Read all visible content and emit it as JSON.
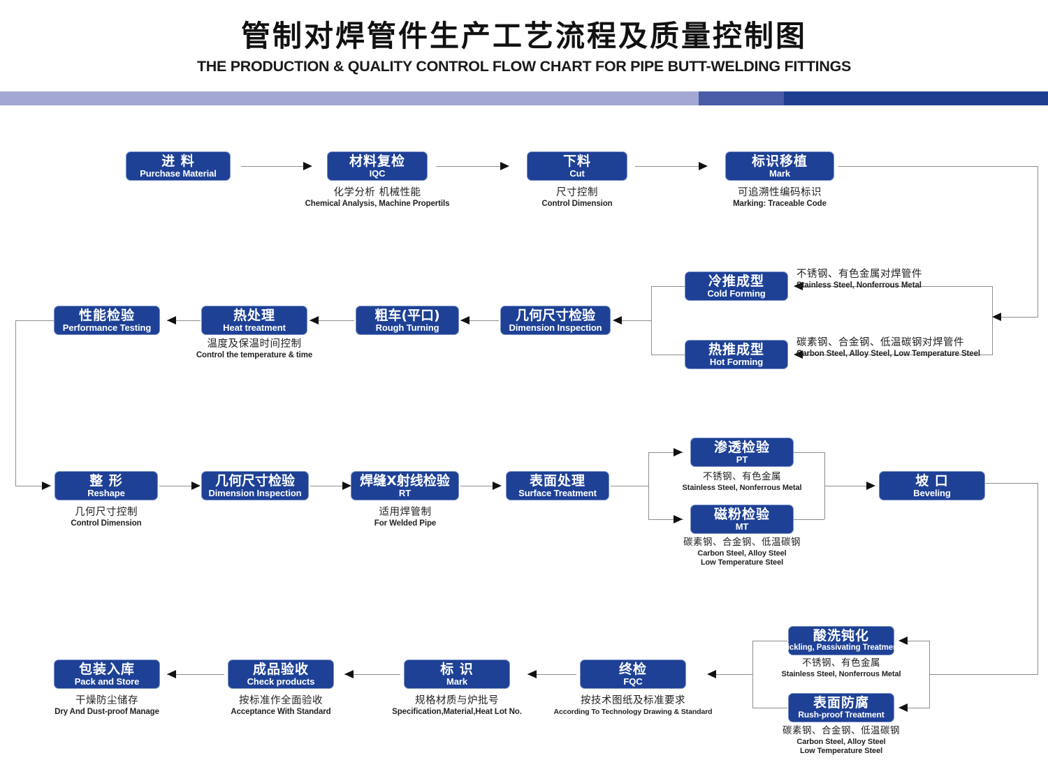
{
  "header": {
    "title_cn": "管制对焊管件生产工艺流程及质量控制图",
    "title_en": "THE PRODUCTION & QUALITY CONTROL FLOW CHART FOR PIPE BUTT-WELDING FITTINGS",
    "rule_colors": [
      "#a3a8d2",
      "#4a5ba8",
      "#1e3f8f"
    ]
  },
  "style": {
    "node_fill": "#1e4196",
    "node_border": "#7e94c8",
    "node_text": "#ffffff",
    "connector": "#8d8d8d",
    "arrow": "#111111"
  },
  "chart_data": {
    "type": "diagram",
    "title": "管制对焊管件生产工艺流程及质量控制图",
    "nodes": [
      {
        "id": "purchase",
        "cn": "进 料",
        "en": "Purchase Material"
      },
      {
        "id": "iqc",
        "cn": "材料复检",
        "en": "IQC"
      },
      {
        "id": "cut",
        "cn": "下料",
        "en": "Cut"
      },
      {
        "id": "mark1",
        "cn": "标识移植",
        "en": "Mark"
      },
      {
        "id": "cold",
        "cn": "冷推成型",
        "en": "Cold Forming"
      },
      {
        "id": "hot",
        "cn": "热推成型",
        "en": "Hot Forming"
      },
      {
        "id": "dim1",
        "cn": "几何尺寸检验",
        "en": "Dimension Inspection"
      },
      {
        "id": "rough",
        "cn": "粗车(平口)",
        "en": "Rough Turning"
      },
      {
        "id": "heat",
        "cn": "热处理",
        "en": "Heat treatment"
      },
      {
        "id": "perf",
        "cn": "性能检验",
        "en": "Performance Testing"
      },
      {
        "id": "reshape",
        "cn": "整 形",
        "en": "Reshape"
      },
      {
        "id": "dim2",
        "cn": "几何尺寸检验",
        "en": "Dimension Inspection"
      },
      {
        "id": "rt",
        "cn": "焊缝X射线检验",
        "en": "RT"
      },
      {
        "id": "surface",
        "cn": "表面处理",
        "en": "Surface Treatment"
      },
      {
        "id": "pt",
        "cn": "渗透检验",
        "en": "PT"
      },
      {
        "id": "mt",
        "cn": "磁粉检验",
        "en": "MT"
      },
      {
        "id": "bevel",
        "cn": "坡  口",
        "en": "Beveling"
      },
      {
        "id": "pickling",
        "cn": "酸洗钝化",
        "en": "Pickling, Passivating  Treatment"
      },
      {
        "id": "rushproof",
        "cn": "表面防腐",
        "en": "Rush-proof Treatment"
      },
      {
        "id": "fqc",
        "cn": "终检",
        "en": "FQC"
      },
      {
        "id": "mark2",
        "cn": "标  识",
        "en": "Mark"
      },
      {
        "id": "check",
        "cn": "成品验收",
        "en": "Check products"
      },
      {
        "id": "pack",
        "cn": "包装入库",
        "en": "Pack and Store"
      }
    ],
    "captions": [
      {
        "for": "iqc",
        "cn": "化学分析  机械性能",
        "en": "Chemical  Analysis,  Machine Propertils"
      },
      {
        "for": "cut",
        "cn": "尺寸控制",
        "en": "Control Dimension"
      },
      {
        "for": "mark1",
        "cn": "可追溯性编码标识",
        "en": "Marking: Traceable  Code"
      },
      {
        "for": "cold",
        "cn": "不锈钢、有色金属对焊管件",
        "en": "Stainless Steel, Nonferrous Metal"
      },
      {
        "for": "hot",
        "cn": "碳素钢、合金钢、低温碳钢对焊管件",
        "en": "Carbon Steel, Alloy Steel, Low Temperature Steel"
      },
      {
        "for": "heat",
        "cn": "温度及保温时间控制",
        "en": "Control the  temperature  &  time"
      },
      {
        "for": "reshape",
        "cn": "几何尺寸控制",
        "en": "Control Dimension"
      },
      {
        "for": "rt",
        "cn": "适用焊管制",
        "en": "For  Welded  Pipe"
      },
      {
        "for": "pt",
        "cn": "不锈钢、有色金属",
        "en": "Stainless Steel, Nonferrous Metal"
      },
      {
        "for": "mt",
        "cn": "碳素钢、合金钢、低温碳钢",
        "en": "Carbon Steel, Alloy Steel\nLow Temperature Steel"
      },
      {
        "for": "pickling",
        "cn": "不锈钢、有色金属",
        "en": "Stainless Steel, Nonferrous Metal"
      },
      {
        "for": "rushproof",
        "cn": "碳素钢、合金钢、低温碳钢",
        "en": "Carbon Steel, Alloy Steel\nLow Temperature Steel"
      },
      {
        "for": "fqc",
        "cn": "按技术图纸及标准要求",
        "en": "According To Technology Drawing & Standard"
      },
      {
        "for": "mark2",
        "cn": "规格材质与炉批号",
        "en": "Specification,Material,Heat Lot No."
      },
      {
        "for": "check",
        "cn": "按标准作全面验收",
        "en": "Acceptance  With  Standard"
      },
      {
        "for": "pack",
        "cn": "干燥防尘储存",
        "en": "Dry  And Dust-proof  Manage"
      }
    ],
    "edges": [
      {
        "from": "purchase",
        "to": "iqc"
      },
      {
        "from": "iqc",
        "to": "cut"
      },
      {
        "from": "cut",
        "to": "mark1"
      },
      {
        "from": "mark1",
        "to": "cold"
      },
      {
        "from": "mark1",
        "to": "hot"
      },
      {
        "from": "cold",
        "to": "dim1"
      },
      {
        "from": "hot",
        "to": "dim1"
      },
      {
        "from": "dim1",
        "to": "rough"
      },
      {
        "from": "rough",
        "to": "heat"
      },
      {
        "from": "heat",
        "to": "perf"
      },
      {
        "from": "perf",
        "to": "reshape"
      },
      {
        "from": "reshape",
        "to": "dim2"
      },
      {
        "from": "dim2",
        "to": "rt"
      },
      {
        "from": "rt",
        "to": "surface"
      },
      {
        "from": "surface",
        "to": "pt"
      },
      {
        "from": "surface",
        "to": "mt"
      },
      {
        "from": "pt",
        "to": "bevel"
      },
      {
        "from": "mt",
        "to": "bevel"
      },
      {
        "from": "bevel",
        "to": "pickling"
      },
      {
        "from": "bevel",
        "to": "rushproof"
      },
      {
        "from": "pickling",
        "to": "fqc"
      },
      {
        "from": "rushproof",
        "to": "fqc"
      },
      {
        "from": "fqc",
        "to": "mark2"
      },
      {
        "from": "mark2",
        "to": "check"
      },
      {
        "from": "check",
        "to": "pack"
      }
    ]
  }
}
